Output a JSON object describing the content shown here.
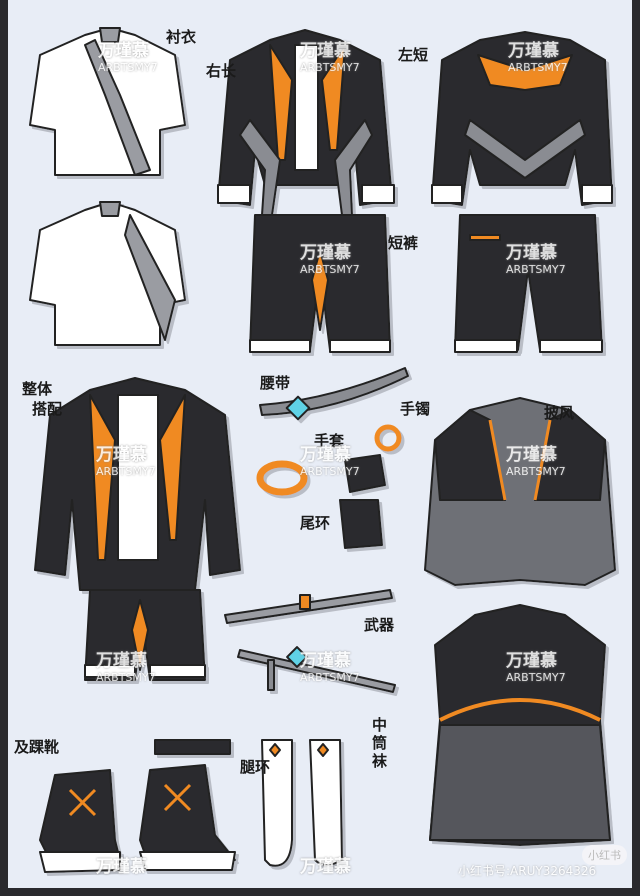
{
  "labels": {
    "shirt": "衬衣",
    "right_long": "右长",
    "left_short": "左短",
    "shorts": "短裤",
    "full_outfit_1": "整体",
    "full_outfit_2": "搭配",
    "belt": "腰带",
    "bracelet": "手镯",
    "gloves": "手套",
    "tail_ring": "尾环",
    "cape": "披风",
    "weapon": "武器",
    "socks": "中筒袜",
    "boots": "及踝靴",
    "leg_ring": "腿环"
  },
  "watermark": {
    "name": "万瑾慕",
    "id": "ARBTSMY7"
  },
  "footer": {
    "platform_badge": "小红书",
    "account": "小红书号:ARUY3264326"
  },
  "colors": {
    "black": "#2b2b2d",
    "orange": "#f08a24",
    "gray": "#8a8c92",
    "cyan": "#5fd2e6",
    "white": "#ffffff"
  }
}
